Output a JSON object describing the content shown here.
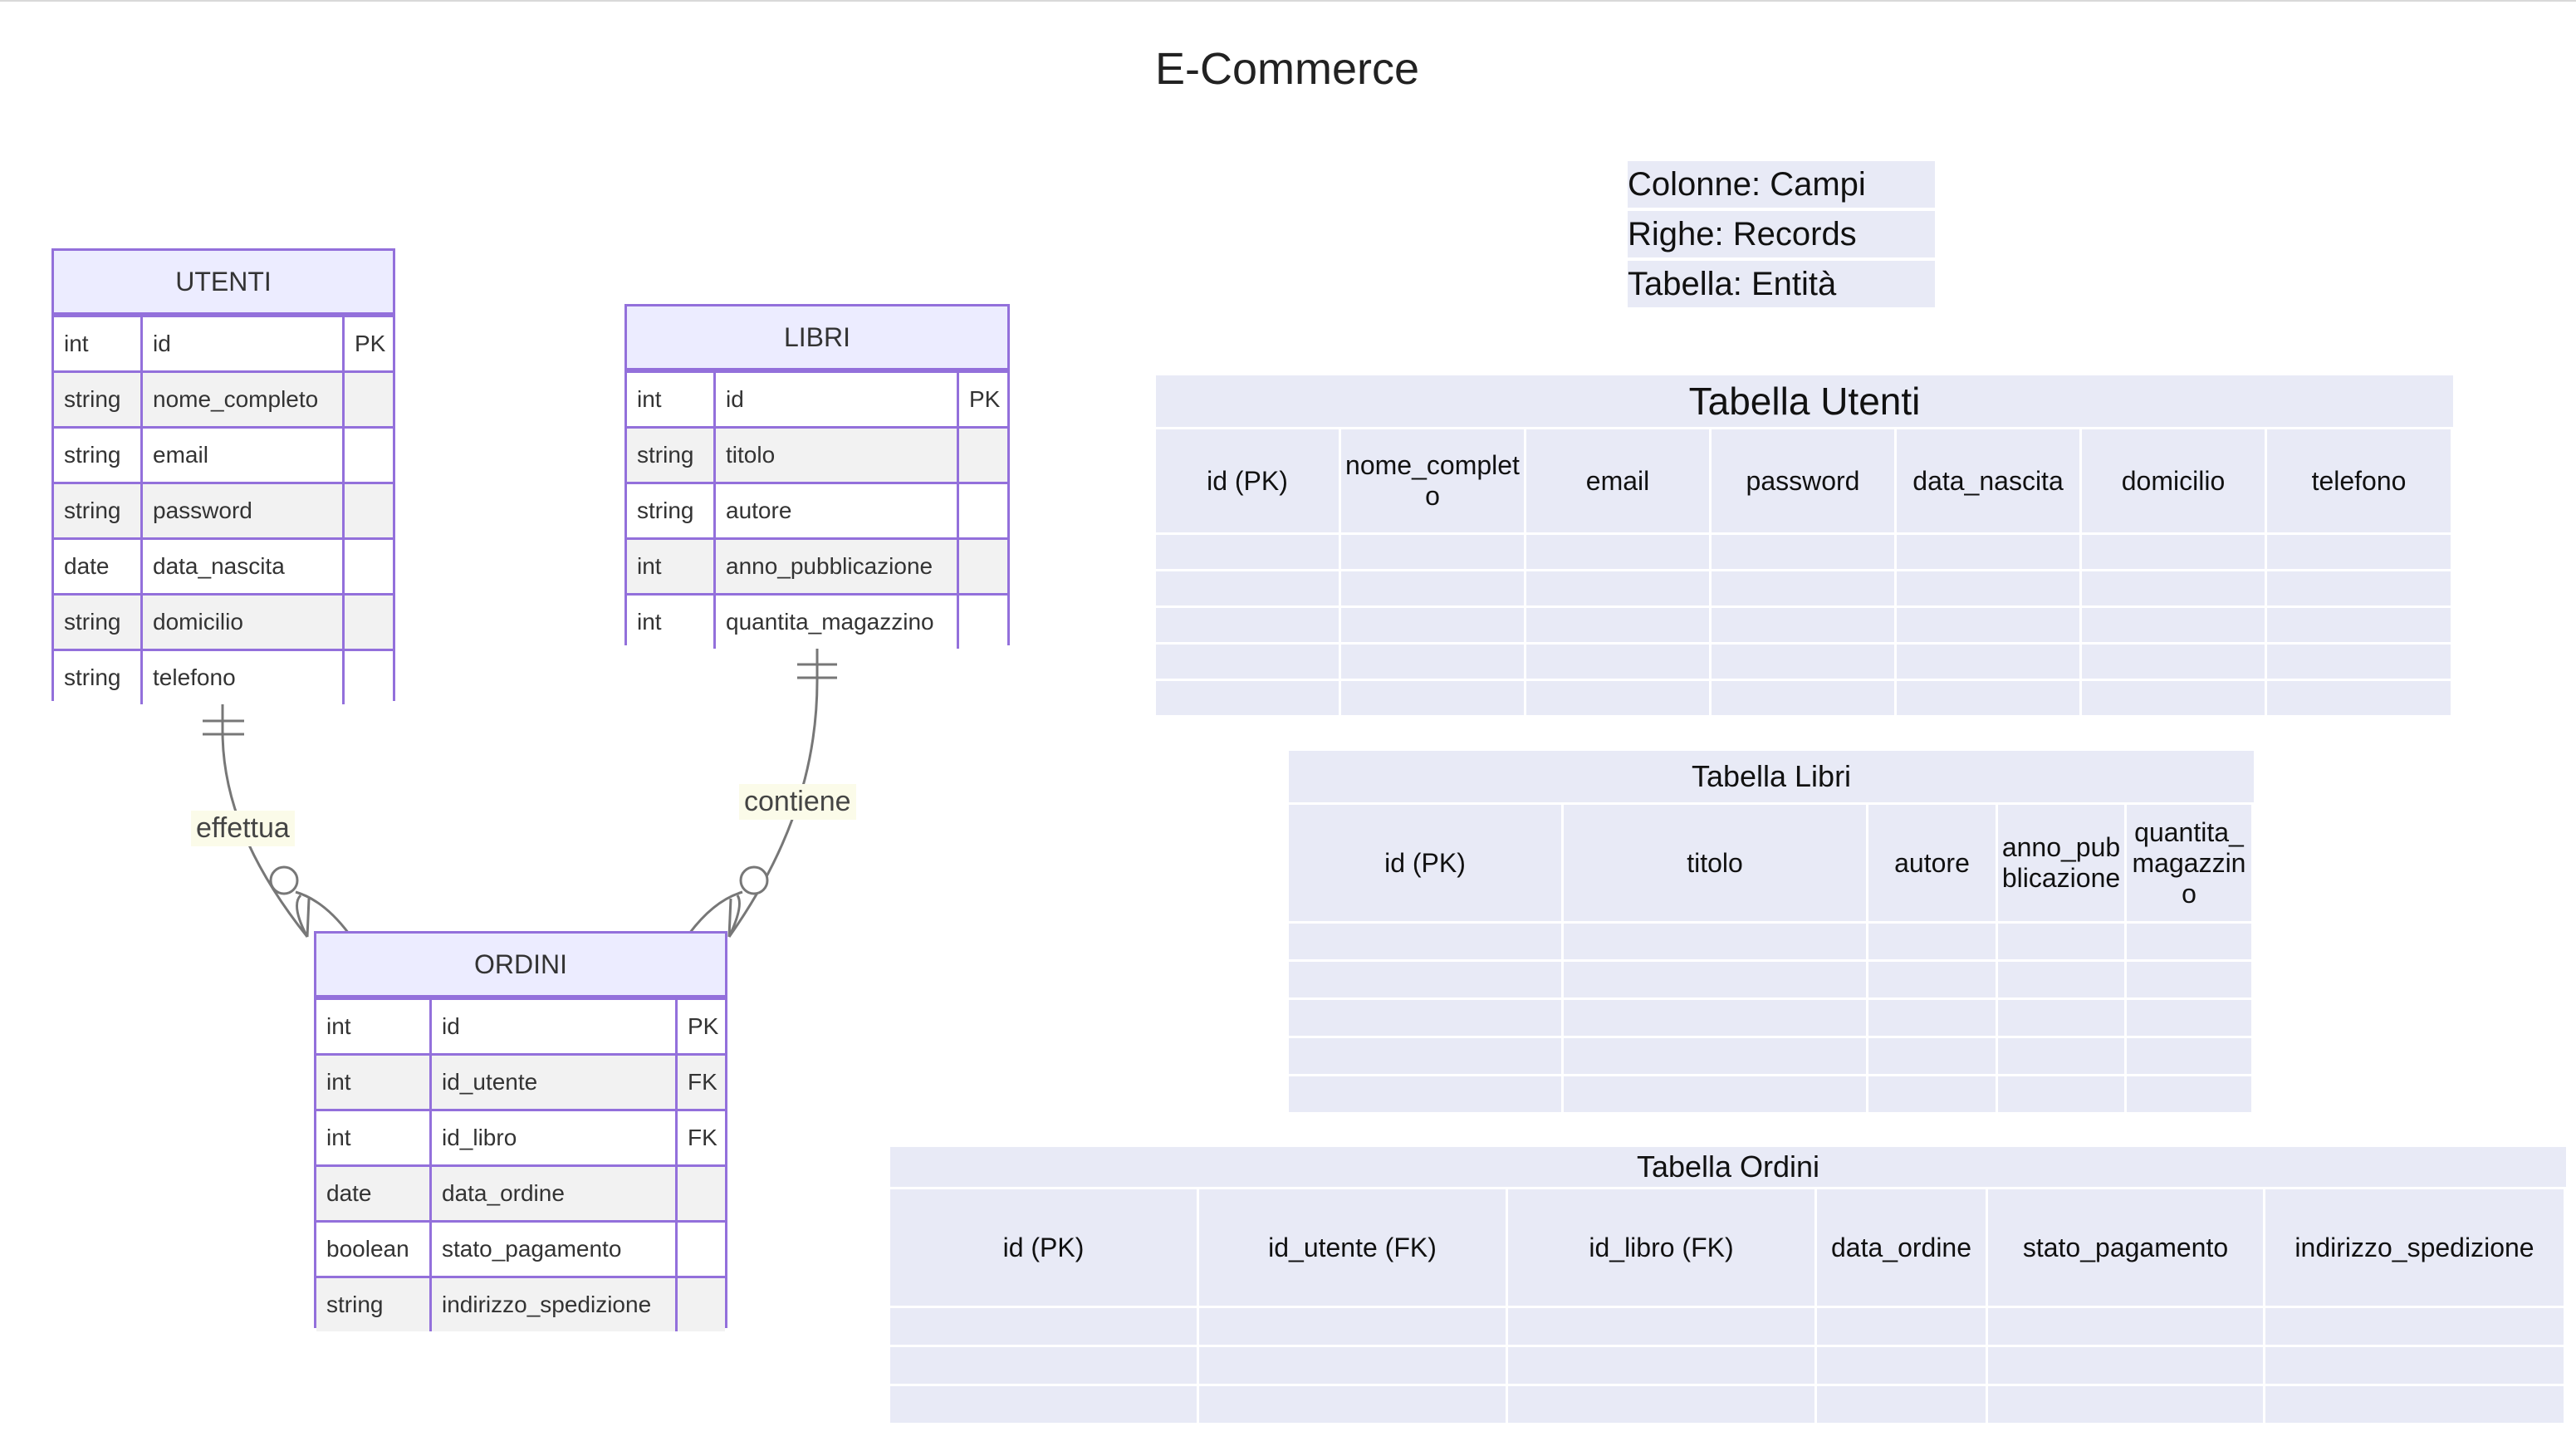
{
  "title": "E-Commerce",
  "entities": {
    "utenti": {
      "name": "UTENTI",
      "rows": [
        {
          "type": "int",
          "field": "id",
          "key": "PK"
        },
        {
          "type": "string",
          "field": "nome_completo",
          "key": ""
        },
        {
          "type": "string",
          "field": "email",
          "key": ""
        },
        {
          "type": "string",
          "field": "password",
          "key": ""
        },
        {
          "type": "date",
          "field": "data_nascita",
          "key": ""
        },
        {
          "type": "string",
          "field": "domicilio",
          "key": ""
        },
        {
          "type": "string",
          "field": "telefono",
          "key": ""
        }
      ]
    },
    "libri": {
      "name": "LIBRI",
      "rows": [
        {
          "type": "int",
          "field": "id",
          "key": "PK"
        },
        {
          "type": "string",
          "field": "titolo",
          "key": ""
        },
        {
          "type": "string",
          "field": "autore",
          "key": ""
        },
        {
          "type": "int",
          "field": "anno_pubblicazione",
          "key": ""
        },
        {
          "type": "int",
          "field": "quantita_magazzino",
          "key": ""
        }
      ]
    },
    "ordini": {
      "name": "ORDINI",
      "rows": [
        {
          "type": "int",
          "field": "id",
          "key": "PK"
        },
        {
          "type": "int",
          "field": "id_utente",
          "key": "FK"
        },
        {
          "type": "int",
          "field": "id_libro",
          "key": "FK"
        },
        {
          "type": "date",
          "field": "data_ordine",
          "key": ""
        },
        {
          "type": "boolean",
          "field": "stato_pagamento",
          "key": ""
        },
        {
          "type": "string",
          "field": "indirizzo_spedizione",
          "key": ""
        }
      ]
    }
  },
  "relations": {
    "effettua": "effettua",
    "contiene": "contiene"
  },
  "legend": {
    "line1": "Colonne: Campi",
    "line2": "Righe: Records",
    "line3": "Tabella: Entità"
  },
  "tables": {
    "utenti": {
      "title": "Tabella Utenti",
      "columns": [
        "id (PK)",
        "nome_complet o",
        "email",
        "password",
        "data_nascita",
        "domicilio",
        "telefono"
      ]
    },
    "libri": {
      "title": "Tabella Libri",
      "columns": [
        "id (PK)",
        "titolo",
        "autore",
        "anno_pub blicazione",
        "quantita_ magazzin o"
      ]
    },
    "ordini": {
      "title": "Tabella Ordini",
      "columns": [
        "id (PK)",
        "id_utente (FK)",
        "id_libro (FK)",
        "data_ordine",
        "stato_pagamento",
        "indirizzo_spedizione"
      ]
    }
  }
}
